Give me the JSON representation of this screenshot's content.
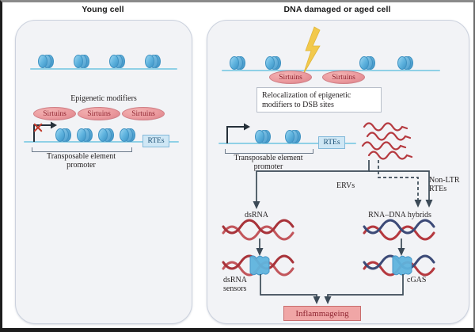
{
  "figure": {
    "panels": [
      {
        "id": "young",
        "title": "Young cell",
        "labels": {
          "epigenetic_modifiers": "Epigenetic modifiers",
          "promoter": "Transposable element",
          "promoter2": "promoter",
          "rtes": "RTEs"
        },
        "sirtuins": [
          "Sirtuins",
          "Sirtuins",
          "Sirtuins"
        ],
        "nucleosome_count_top": 4,
        "nucleosome_count_promoter": 4,
        "transcription_blocked": true
      },
      {
        "id": "aged",
        "title": "DNA damaged or aged cell",
        "labels": {
          "relocalization": "Relocalization of epigenetic",
          "relocalization2": "modifiers to DSB sites",
          "promoter": "Transposable element",
          "promoter2": "promoter",
          "rtes": "RTEs",
          "ervs": "ERVs",
          "non_ltr": "Non-LTR",
          "non_ltr2": "RTEs",
          "dsrna": "dsRNA",
          "rna_dna_hybrids": "RNA–DNA hybrids",
          "dsrna_sensors": "dsRNA",
          "dsrna_sensors2": "sensors",
          "cgas": "cGAS",
          "inflammageing": "Inflammageing"
        },
        "sirtuins": [
          "Sirtuins",
          "Sirtuins"
        ],
        "nucleosome_count_top": 4,
        "nucleosome_count_promoter": 2,
        "transcription_blocked": false,
        "dsb_marker": "lightning-bolt"
      }
    ],
    "colors": {
      "panel_bg": "#f2f3f6",
      "panel_border": "#ccd2de",
      "nucleosome": "#63b6e0",
      "chromatin_fibre": "#8fd0e6",
      "sirtuin_fill": "#eb9a9e",
      "sirtuin_text": "#8e2430",
      "rtes_fill": "#cfe7f5",
      "rtes_text": "#1c4f73",
      "rna_red": "#b5393f",
      "dna_blue": "#3c4a77",
      "protein_blue": "#63b6e0",
      "arrow": "#3c4a57",
      "inflammageing_fill": "#f0a6a6",
      "lightning": "#f2c94c",
      "red_x": "#c0392b"
    }
  }
}
